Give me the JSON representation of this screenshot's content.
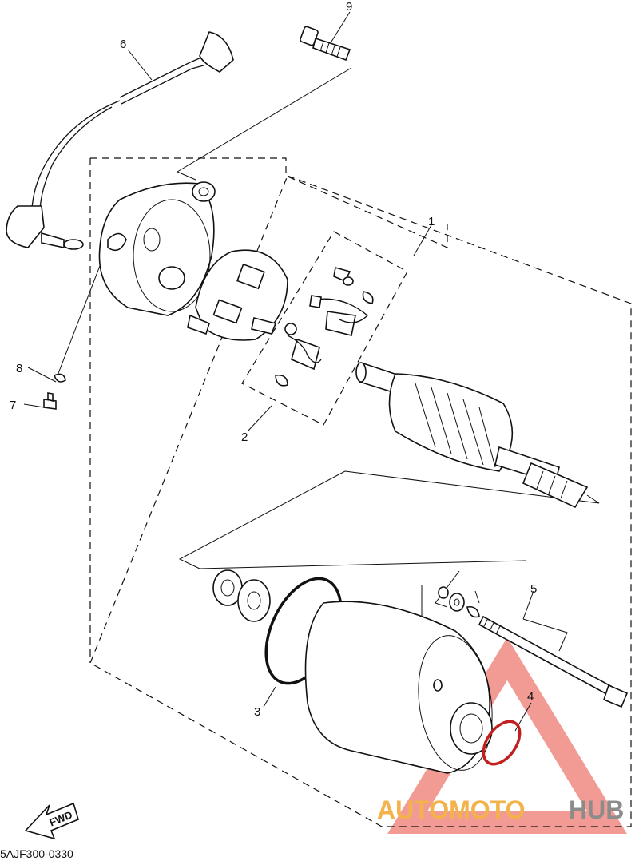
{
  "callouts": {
    "c1": "1",
    "c2": "2",
    "c3": "3",
    "c4": "4",
    "c5": "5",
    "c6": "6",
    "c7": "7",
    "c8": "8",
    "c9": "9"
  },
  "fwd_label": "FWD",
  "diagram_code": "5AJF300-0330",
  "watermark": {
    "part1": "AUTOMOTO",
    "part2": "HUB"
  },
  "colors": {
    "line": "#111111",
    "watermark_red": "#e8493d",
    "watermark_orange": "#f3b24a",
    "watermark_grey": "#8c8c8c"
  }
}
